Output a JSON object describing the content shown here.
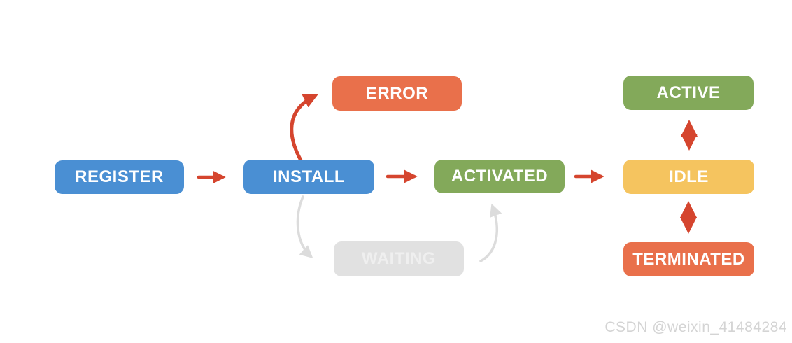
{
  "diagram": {
    "type": "state-flow",
    "states": {
      "register": {
        "label": "REGISTER",
        "color": "#4A8FD3"
      },
      "install": {
        "label": "INSTALL",
        "color": "#4A8FD3"
      },
      "error": {
        "label": "ERROR",
        "color": "#E9704B"
      },
      "activated": {
        "label": "ACTIVATED",
        "color": "#83A95A"
      },
      "waiting": {
        "label": "WAITING",
        "color": "#E1E1E1",
        "text_color": "#EFEFEF",
        "state": "inactive"
      },
      "active": {
        "label": "ACTIVE",
        "color": "#83A95A"
      },
      "idle": {
        "label": "IDLE",
        "color": "#F5C45F"
      },
      "terminated": {
        "label": "TERMINATED",
        "color": "#E9704B"
      }
    },
    "transitions": [
      {
        "from": "REGISTER",
        "to": "INSTALL",
        "arrow": "single",
        "color": "#D5452E"
      },
      {
        "from": "INSTALL",
        "to": "ERROR",
        "arrow": "single-curved",
        "color": "#D5452E"
      },
      {
        "from": "INSTALL",
        "to": "ACTIVATED",
        "arrow": "single",
        "color": "#D5452E"
      },
      {
        "from": "INSTALL",
        "to": "WAITING",
        "arrow": "single-curved",
        "color": "#DCDCDC"
      },
      {
        "from": "WAITING",
        "to": "ACTIVATED",
        "arrow": "single-curved",
        "color": "#DCDCDC"
      },
      {
        "from": "ACTIVATED",
        "to": "IDLE",
        "arrow": "single",
        "color": "#D5452E"
      },
      {
        "from": "IDLE",
        "to": "ACTIVE",
        "arrow": "double",
        "color": "#D5452E"
      },
      {
        "from": "IDLE",
        "to": "TERMINATED",
        "arrow": "double",
        "color": "#D5452E"
      }
    ]
  },
  "watermark": {
    "text": "CSDN @weixin_41484284",
    "color": "#D4D4D4"
  }
}
